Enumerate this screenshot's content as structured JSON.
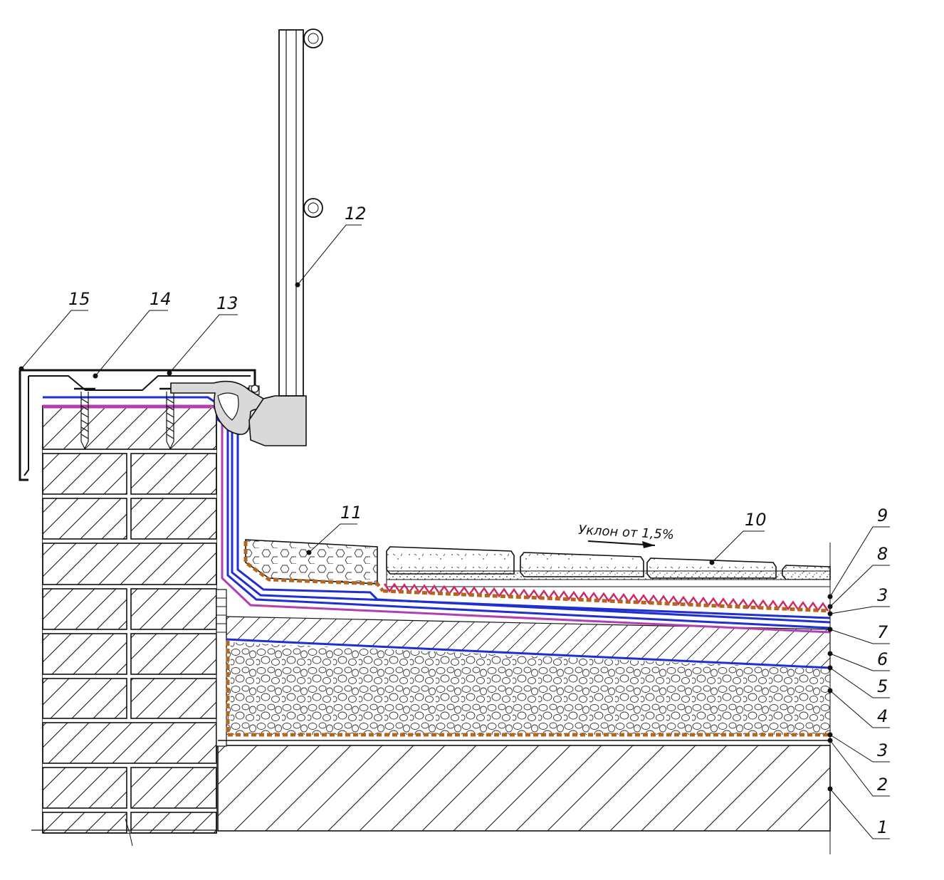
{
  "slope_label": "Уклон от 1,5%",
  "callouts": {
    "c1": "1",
    "c2": "2",
    "c3a": "3",
    "c3b": "3",
    "c4": "4",
    "c5": "5",
    "c6": "6",
    "c7": "7",
    "c8": "8",
    "c9": "9",
    "c10": "10",
    "c11": "11",
    "c12": "12",
    "c13": "13",
    "c14": "14",
    "c15": "15"
  },
  "colors": {
    "membrane_blue": "#1f2fd0",
    "vapor_barrier_magenta": "#b23fb0",
    "geotextile_brown": "#b5651d",
    "drainage_membrane": "#cc2a6a",
    "line": "#111111",
    "fixture_gray": "#d9d9d9"
  }
}
